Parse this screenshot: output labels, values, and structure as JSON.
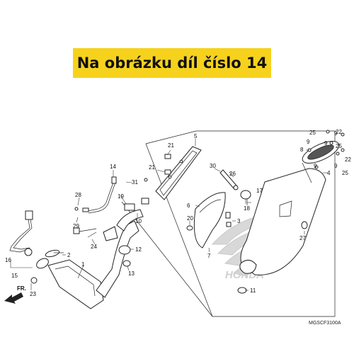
{
  "banner": {
    "text": "Na obrázku díl číslo 14"
  },
  "diagram": {
    "code": "MGSCF3100A",
    "fr_label": "FR.",
    "brand_watermark": "HONDA",
    "labels": {
      "p1": "1",
      "p2": "2",
      "p3": "3",
      "p4": "4",
      "p5": "5",
      "p6": "6",
      "p7": "7",
      "p8": "8",
      "p9a": "9",
      "p9b": "9",
      "p9c": "9",
      "p9d": "9",
      "p9e": "9",
      "p10": "10",
      "p11": "11",
      "p12": "12",
      "p13": "13",
      "p14": "14",
      "p15": "15",
      "p16": "16",
      "p17": "17",
      "p18": "18",
      "p19": "19",
      "p20": "20",
      "p21a": "21",
      "p21b": "21",
      "p22a": "22",
      "p22b": "22",
      "p23": "23",
      "p24": "24",
      "p25a": "25",
      "p25b": "25",
      "p25c": "25",
      "p26": "26",
      "p27": "27",
      "p28": "28",
      "p29": "29",
      "p30": "30",
      "p31": "31"
    }
  }
}
